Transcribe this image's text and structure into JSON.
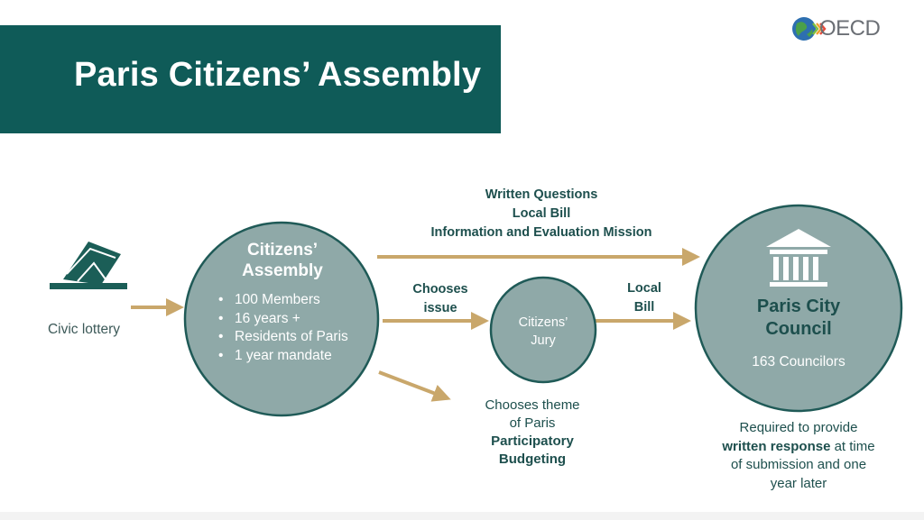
{
  "title": "Paris Citizens’ Assembly",
  "logo": {
    "text": "OECD",
    "icon": "globe-icon"
  },
  "colors": {
    "banner": "#0f5b58",
    "circle": "#8fa9a8",
    "circle_border": "#1f5a57",
    "arrow": "#c9a76b",
    "text_dark": "#1d5b58"
  },
  "civic_lottery": {
    "label": "Civic lottery",
    "icon": "envelope-ballot-icon"
  },
  "assembly": {
    "title_line1": "Citizens’",
    "title_line2": "Assembly",
    "items": [
      "100 Members",
      "16 years +",
      "Residents of Paris",
      "1 year mandate"
    ]
  },
  "top_arrow": {
    "line1": "Written Questions",
    "line2": "Local Bill",
    "line3": "Information and Evaluation Mission"
  },
  "chooses_issue": {
    "line1": "Chooses",
    "line2": "issue"
  },
  "jury": {
    "line1": "Citizens’",
    "line2": "Jury"
  },
  "local_bill": {
    "line1": "Local",
    "line2": "Bill"
  },
  "council": {
    "title_line1": "Paris City",
    "title_line2": "Council",
    "count": "163 Councilors",
    "icon": "government-building-icon"
  },
  "theme": {
    "line1": "Chooses theme",
    "line2": "of Paris",
    "line3": "Participatory",
    "line4": "Budgeting"
  },
  "response_note": {
    "line1": "Required to provide",
    "bold": "written response",
    "line2_rest": " at time",
    "line3": "of submission and one",
    "line4": "year later"
  }
}
